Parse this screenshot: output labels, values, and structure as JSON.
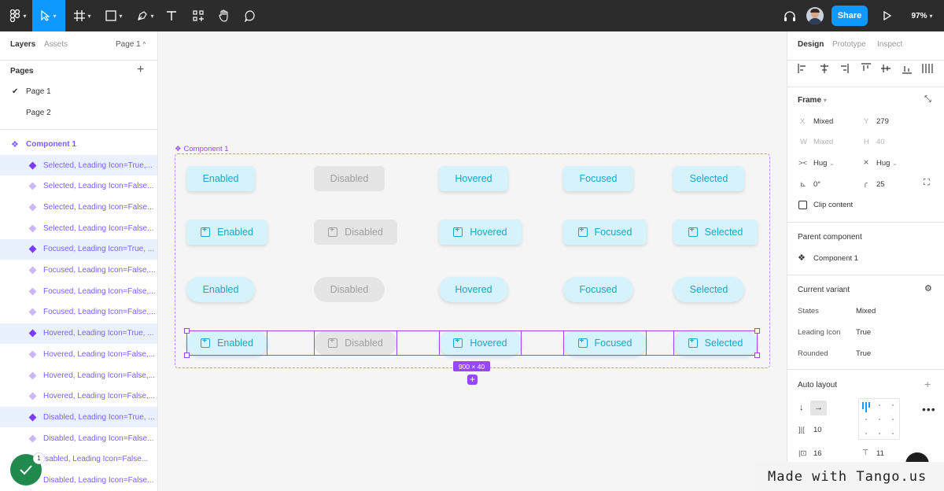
{
  "toolbar": {
    "share_label": "Share",
    "zoom": "97%",
    "colors": {
      "bg": "#2c2c2c",
      "active": "#0d99ff",
      "share": "#0d99ff"
    },
    "icons": [
      "figma-menu-icon",
      "move-icon",
      "frame-icon",
      "shape-icon",
      "pen-icon",
      "text-icon",
      "resources-icon",
      "hand-icon",
      "comment-icon",
      "headphones-icon",
      "avatar",
      "play-icon"
    ]
  },
  "left": {
    "tabs": {
      "layers": "Layers",
      "assets": "Assets",
      "page": "Page 1"
    },
    "pages_title": "Pages",
    "pages": [
      "Page 1",
      "Page 2"
    ],
    "component": "Component 1",
    "layers": [
      "Selected, Leading Icon=True,...",
      "Selected, Leading Icon=False...",
      "Selected, Leading Icon=False...",
      "Selected, Leading Icon=False...",
      "Focused, Leading Icon=True, ...",
      "Focused, Leading Icon=False,...",
      "Focused, Leading Icon=False,...",
      "Focused, Leading Icon=False,...",
      "Hovered, Leading Icon=True, ...",
      "Hovered, Leading Icon=False,...",
      "Hovered, Leading Icon=False,...",
      "Hovered, Leading Icon=False,...",
      "Disabled, Leading Icon=True, ...",
      "Disabled, Leading Icon=False...",
      "isabled, Leading Icon=False...",
      "Disabled, Leading Icon=False..."
    ],
    "notification_count": "1"
  },
  "canvas": {
    "frame_label": "Component 1",
    "size_badge": "900 × 40",
    "chip_labels": [
      "Enabled",
      "Disabled",
      "Hovered",
      "Focused",
      "Selected"
    ]
  },
  "right": {
    "tabs": {
      "design": "Design",
      "prototype": "Prototype",
      "inspect": "Inspect"
    },
    "frame_title": "Frame",
    "x_label": "X",
    "x_val": "Mixed",
    "y_label": "Y",
    "y_val": "279",
    "w_label": "W",
    "w_val": "Mixed",
    "h_label": "H",
    "h_val": "40",
    "hug1": "Hug",
    "hug2": "Hug",
    "rotation": "0°",
    "radius": "25",
    "clip_content": "Clip content",
    "parent_title": "Parent component",
    "parent_name": "Component 1",
    "variant_title": "Current variant",
    "variants": [
      {
        "label": "States",
        "value": "Mixed"
      },
      {
        "label": "Leading Icon",
        "value": "True"
      },
      {
        "label": "Rounded",
        "value": "True"
      }
    ],
    "auto_layout_title": "Auto layout",
    "spacing": "10",
    "padding_h": "16",
    "padding_v": "11"
  },
  "watermark": "Made with Tango.us"
}
